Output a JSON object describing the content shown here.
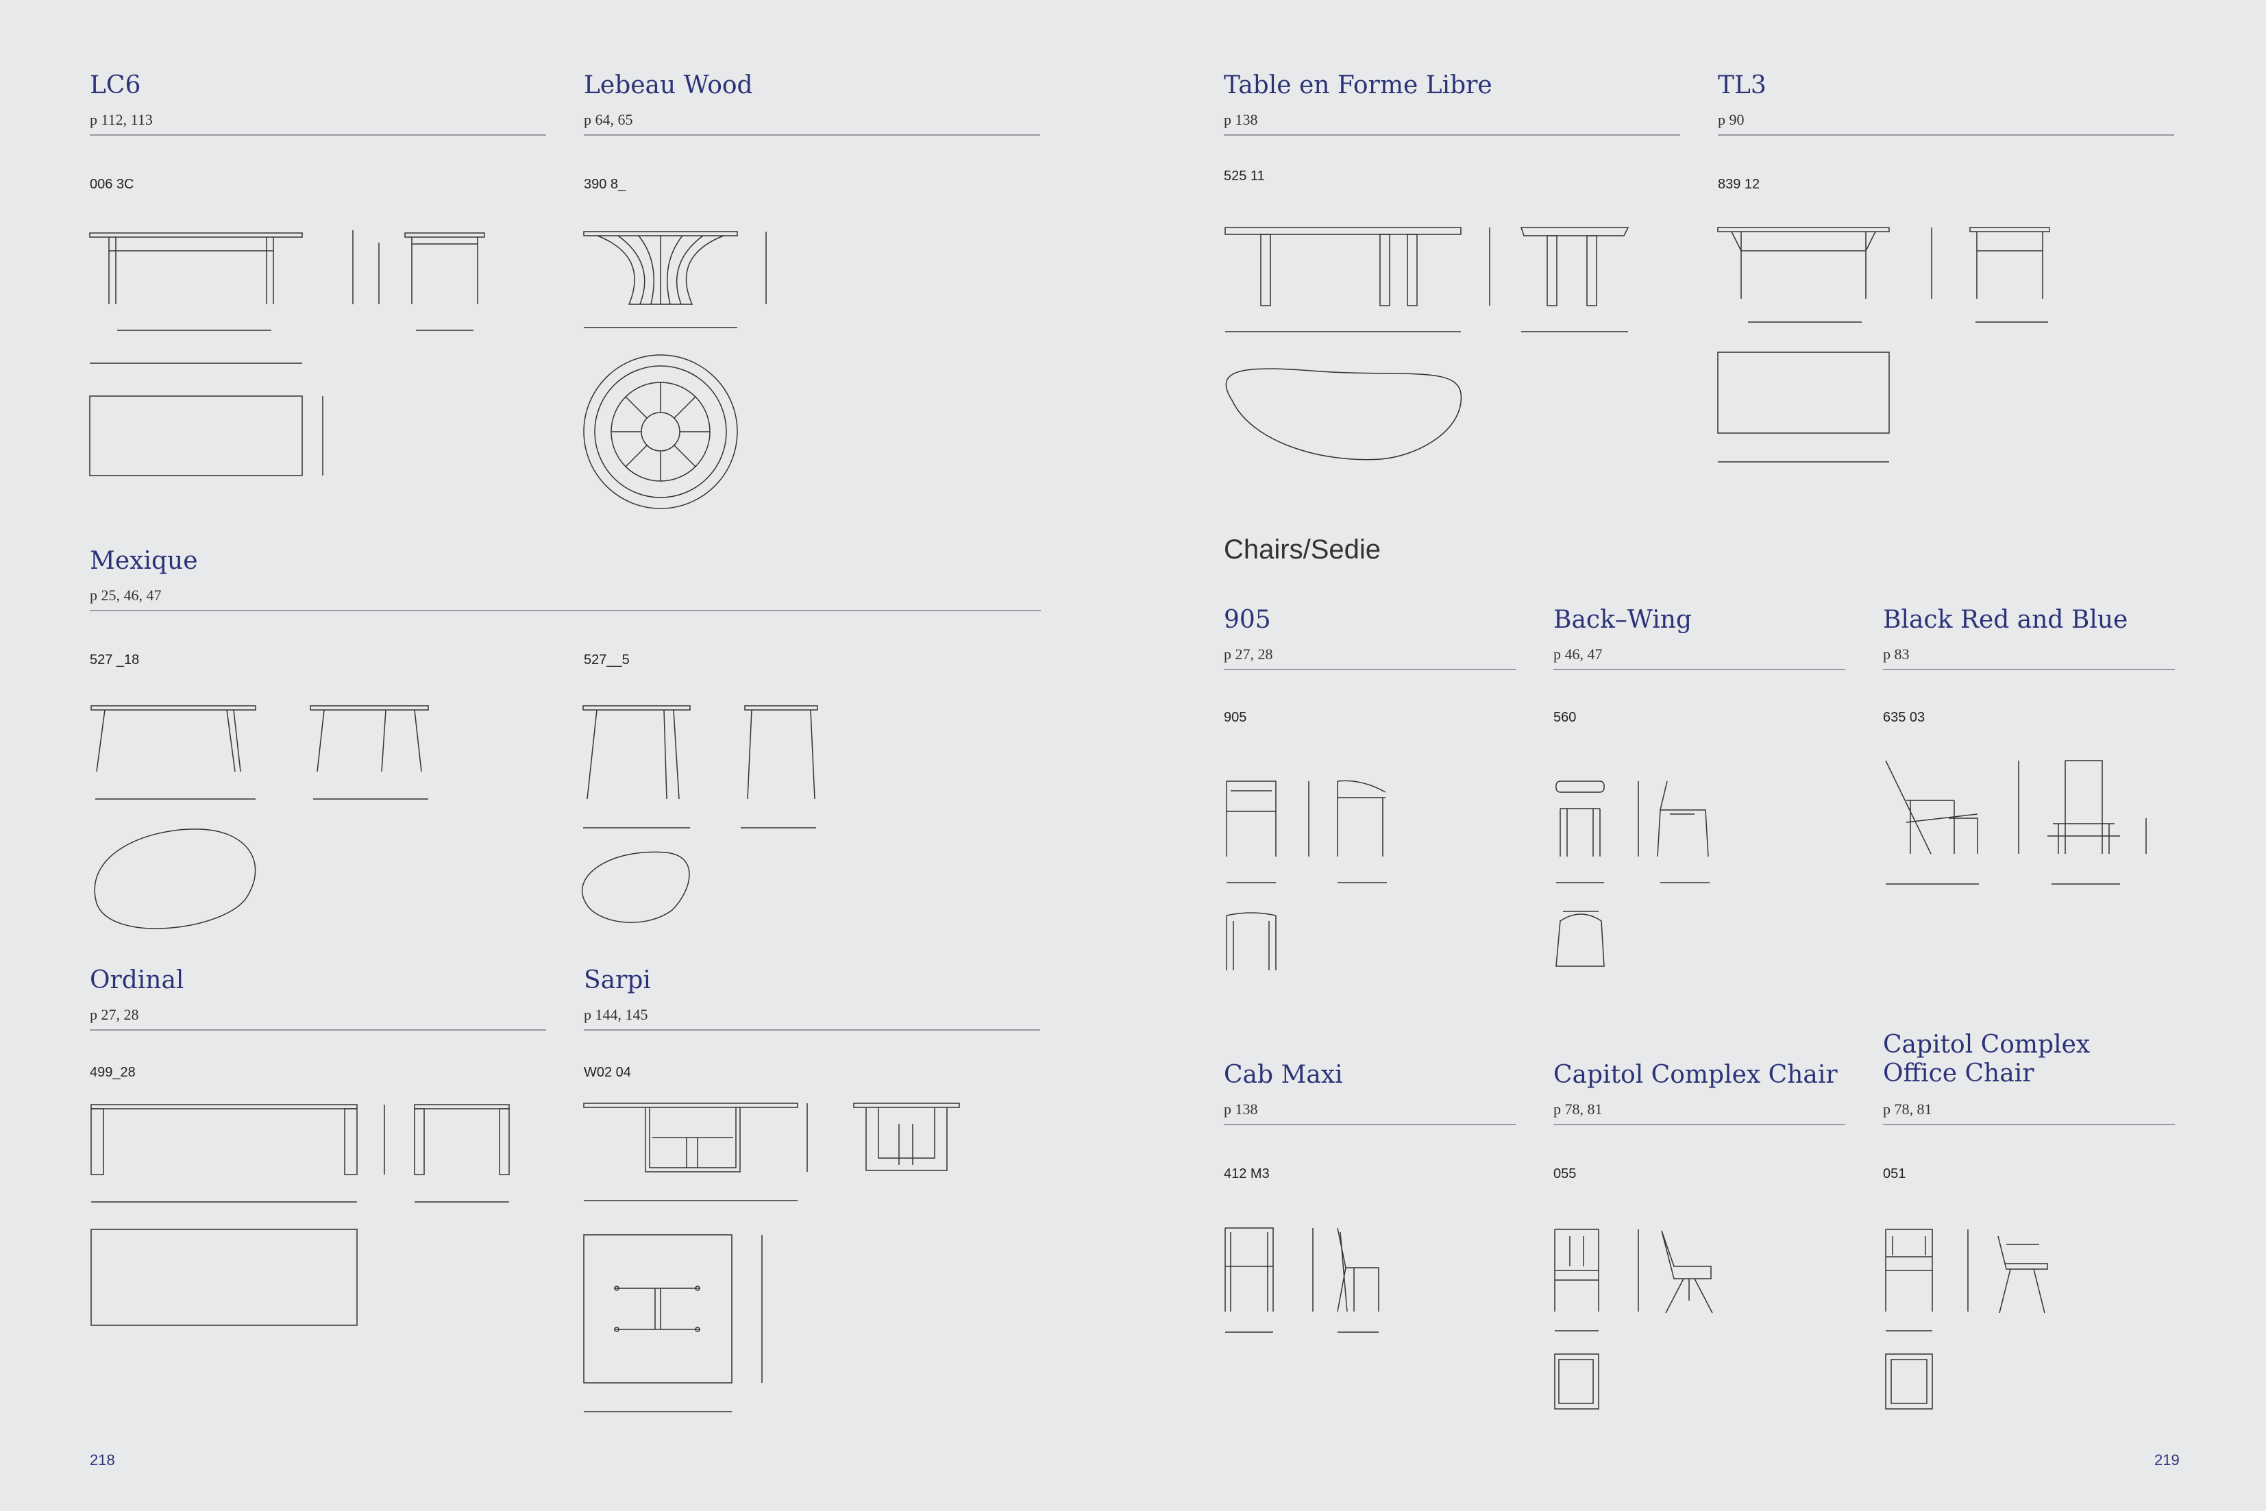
{
  "tables": [
    {
      "name": "LC6",
      "pages": "p 112, 113",
      "code": "006 3C"
    },
    {
      "name": "Lebeau Wood",
      "pages": "p 64, 65",
      "code": "390 8_"
    },
    {
      "name": "Mexique",
      "pages": "p 25, 46, 47",
      "code": "527 _18",
      "code2": "527__5"
    },
    {
      "name": "Ordinal",
      "pages": "p 27, 28",
      "code": "499_28"
    },
    {
      "name": "Sarpi",
      "pages": "p 144, 145",
      "code": "W02 04"
    },
    {
      "name": "Table en Forme Libre",
      "pages": "p 138",
      "code": "525 11"
    },
    {
      "name": "TL3",
      "pages": "p 90",
      "code": "839 12"
    }
  ],
  "section_title": "Chairs/Sedie",
  "chairs": [
    {
      "name": "905",
      "pages": "p 27, 28",
      "code": "905"
    },
    {
      "name": "Back–Wing",
      "pages": "p 46, 47",
      "code": "560"
    },
    {
      "name": "Black Red and Blue",
      "pages": "p 83",
      "code": "635 03"
    },
    {
      "name": "Cab Maxi",
      "pages": "p 138",
      "code": "412 M3"
    },
    {
      "name": "Capitol Complex Chair",
      "pages": "p 78, 81",
      "code": "055"
    },
    {
      "name": "Capitol Complex Office Chair",
      "pages": "p 78, 81",
      "code": "051"
    }
  ],
  "page_left": "218",
  "page_right": "219"
}
